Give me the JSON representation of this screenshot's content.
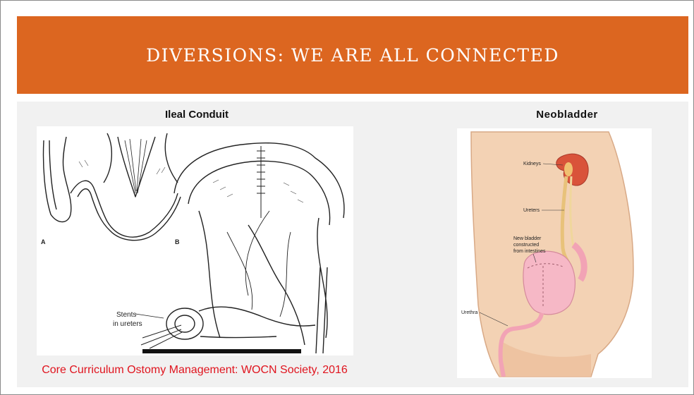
{
  "slide": {
    "title": "DIVERSIONS: WE ARE ALL CONNECTED",
    "accent_color": "#dc6620",
    "source_color": "#e0141e"
  },
  "left_figure": {
    "caption": "Ileal Conduit",
    "panel_a_label": "A",
    "panel_b_label": "B",
    "stents_label_line1": "Stents",
    "stents_label_line2": "in ureters",
    "source": "Core Curriculum Ostomy Management: WOCN Society, 2016"
  },
  "right_figure": {
    "caption": "Neobladder",
    "labels": {
      "kidneys": "Kidneys",
      "ureters": "Ureters",
      "new_bladder_line1": "New bladder",
      "new_bladder_line2": "constructed",
      "new_bladder_line3": "from intestines",
      "urethra": "Urethra"
    }
  }
}
